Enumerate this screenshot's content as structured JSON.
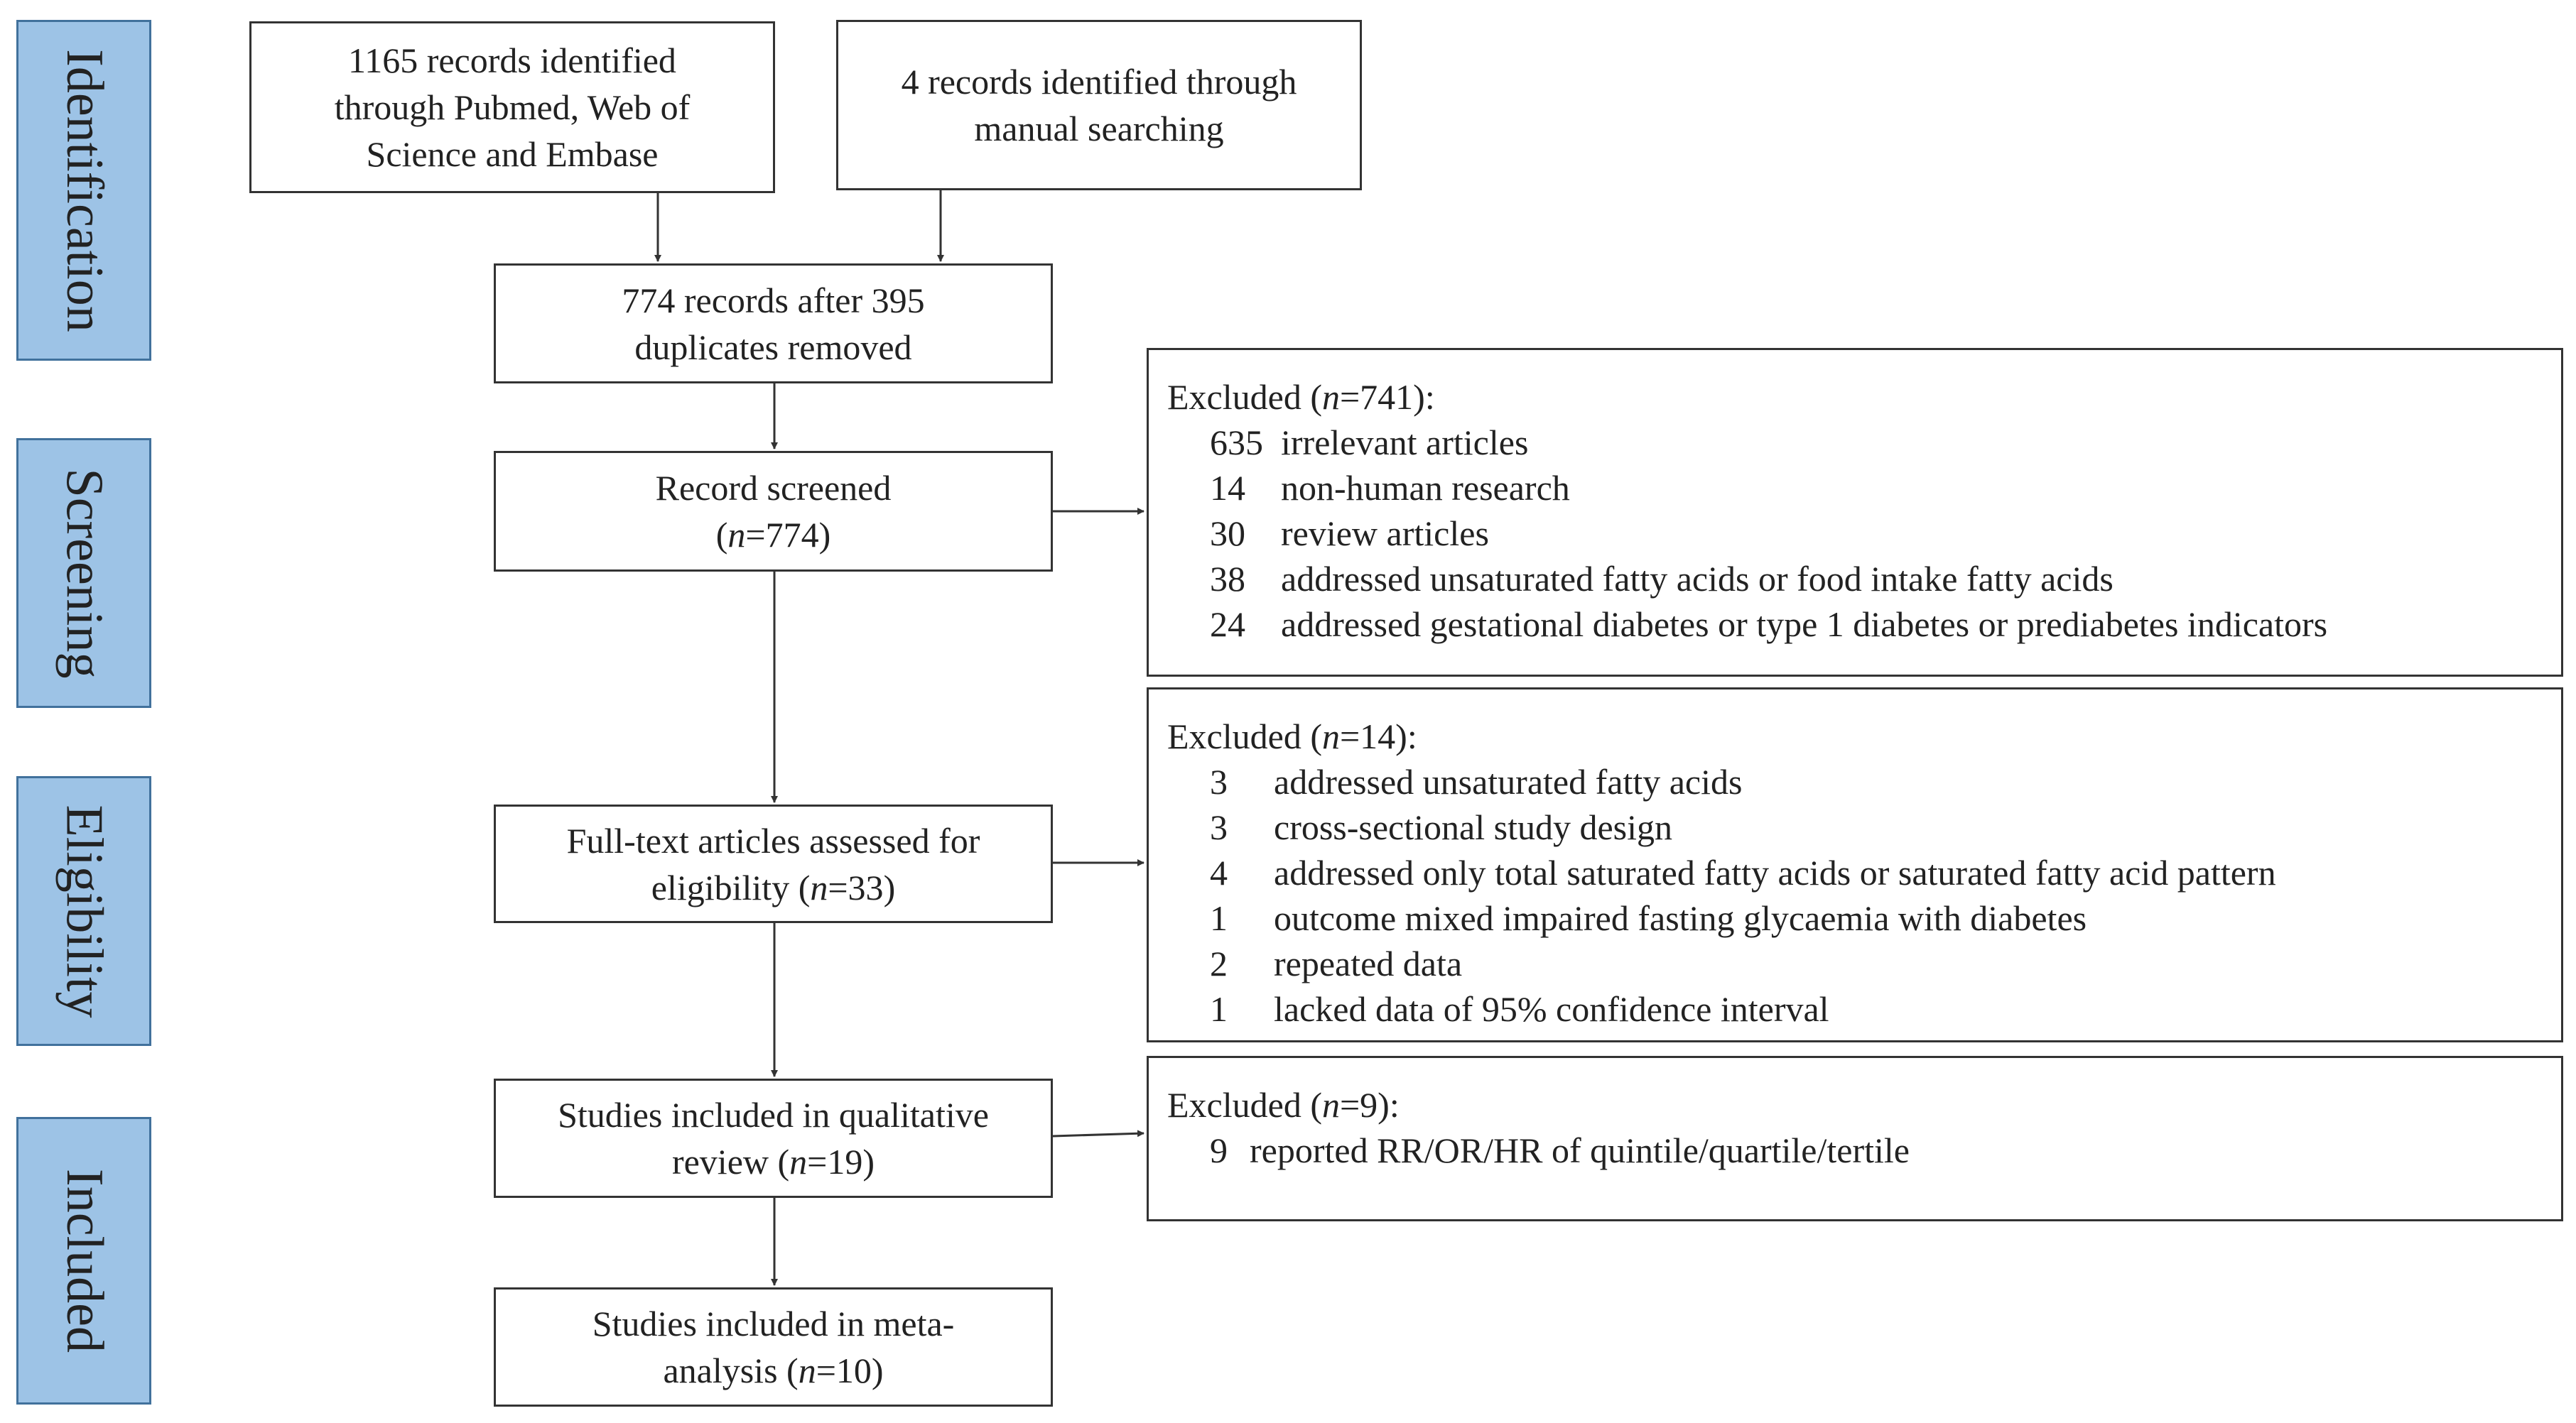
{
  "phases": [
    "Identification",
    "Screening",
    "Eligibility",
    "Included"
  ],
  "boxes": {
    "databases": [
      "1165 records identified",
      "through Pubmed, Web of",
      "Science and Embase"
    ],
    "manual": [
      "4 records identified through",
      "manual searching"
    ],
    "deduplicated": [
      "774 records after 395",
      "duplicates removed"
    ],
    "screened": {
      "line1": "Record screened",
      "n_label": "n",
      "n_value": "=774"
    },
    "fulltext": {
      "line1": "Full-text articles assessed for",
      "line2_prefix": "eligibility ",
      "n_label": "n",
      "n_value": "=33"
    },
    "qualitative": {
      "line1": "Studies included in qualitative",
      "line2_prefix": "review ",
      "n_label": "n",
      "n_value": "=19"
    },
    "meta": {
      "line1": "Studies included in meta-",
      "line2_prefix": "analysis ",
      "n_label": "n",
      "n_value": "=10"
    }
  },
  "exclusions": [
    {
      "header_prefix": "Excluded (",
      "n_label": "n",
      "n_value": "=741",
      "header_suffix": "):",
      "items": [
        {
          "count": "635",
          "reason": "irrelevant articles"
        },
        {
          "count": "14",
          "reason": "non-human research"
        },
        {
          "count": "30",
          "reason": "review articles"
        },
        {
          "count": "38",
          "reason": "addressed unsaturated fatty acids or food intake fatty acids"
        },
        {
          "count": "24",
          "reason": "addressed gestational diabetes or type 1 diabetes or prediabetes indicators"
        }
      ]
    },
    {
      "header_prefix": "Excluded (",
      "n_label": "n",
      "n_value": "=14",
      "header_suffix": "):",
      "items": [
        {
          "count": "3",
          "reason": "addressed unsaturated fatty acids"
        },
        {
          "count": "3",
          "reason": "cross-sectional study design"
        },
        {
          "count": "4",
          "reason": "addressed only total saturated fatty acids or saturated fatty acid pattern"
        },
        {
          "count": "1",
          "reason": "outcome mixed impaired fasting glycaemia with diabetes"
        },
        {
          "count": "2",
          "reason": "repeated data"
        },
        {
          "count": "1",
          "reason": "lacked data of 95% confidence interval"
        }
      ]
    },
    {
      "header_prefix": "Excluded (",
      "n_label": "n",
      "n_value": "=9",
      "header_suffix": "):",
      "items": [
        {
          "count": "9",
          "reason": "reported RR/OR/HR of quintile/quartile/tertile"
        }
      ]
    }
  ],
  "colors": {
    "phase_fill": "#9dc3e6",
    "phase_border": "#41719c",
    "line": "#333333"
  }
}
